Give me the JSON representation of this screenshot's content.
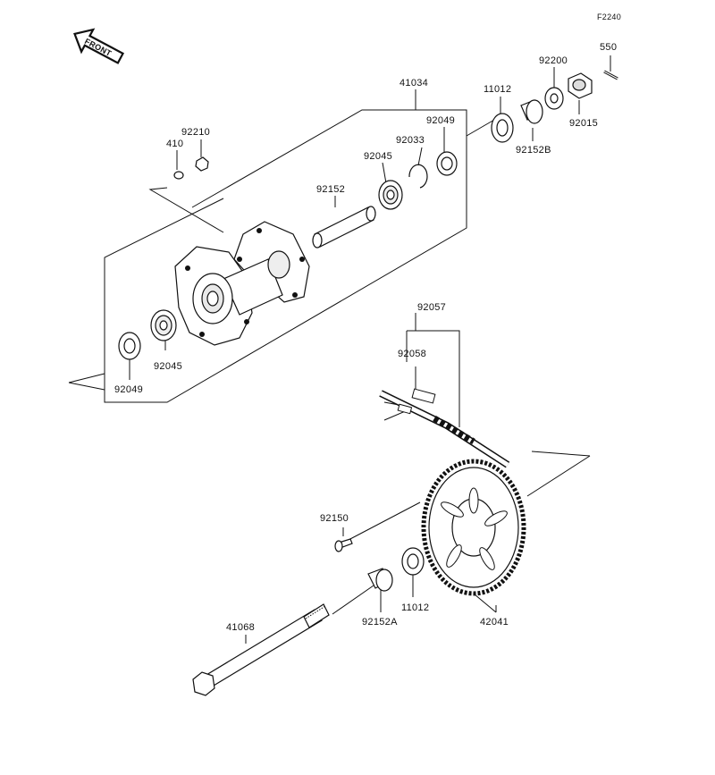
{
  "figure_code": "F2240",
  "direction_label": "FRONT",
  "callouts": {
    "p41034": "41034",
    "p11012_top": "11012",
    "p92200": "92200",
    "p550": "550",
    "p92015": "92015",
    "p92152B": "92152B",
    "p92049_top": "92049",
    "p92033": "92033",
    "p92045_top": "92045",
    "p92210": "92210",
    "p410": "410",
    "p92152": "92152",
    "p92045_bottom": "92045",
    "p92049_bottom": "92049",
    "p92057": "92057",
    "p92058": "92058",
    "p92150": "92150",
    "p11012_bottom": "11012",
    "p92152A": "92152A",
    "p42041": "42041",
    "p41068": "41068"
  },
  "colors": {
    "line": "#111111",
    "background": "#ffffff",
    "shade": "#9a9a9a"
  }
}
